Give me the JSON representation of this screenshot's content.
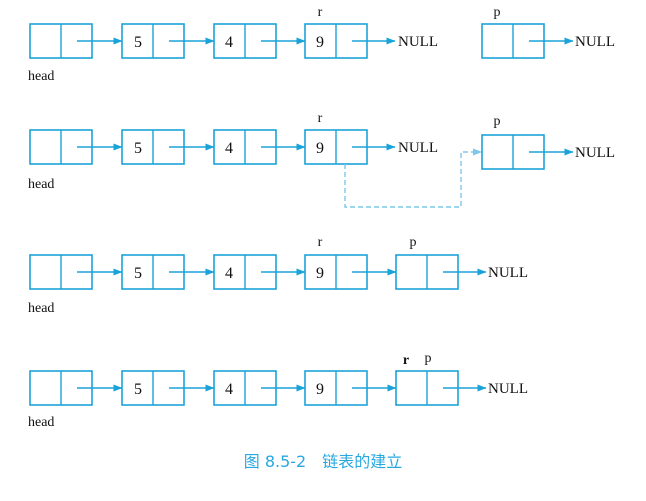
{
  "caption": "图 8.5-2　链表的建立",
  "colors": {
    "line": "#1aa3d8",
    "dashed": "#7cc7ea",
    "caption": "#29a8e0"
  },
  "rows": [
    {
      "nodes": [
        {
          "value": "",
          "label": "head"
        },
        {
          "value": "5",
          "label": ""
        },
        {
          "value": "4",
          "label": ""
        },
        {
          "value": "9",
          "label": "r",
          "null": "NULL"
        },
        {
          "value": "",
          "label": "p",
          "null": "NULL"
        }
      ]
    },
    {
      "nodes": [
        {
          "value": "",
          "label": "head"
        },
        {
          "value": "5",
          "label": ""
        },
        {
          "value": "4",
          "label": ""
        },
        {
          "value": "9",
          "label": "r",
          "null": "NULL"
        },
        {
          "value": "",
          "label": "p",
          "null": "NULL"
        }
      ]
    },
    {
      "nodes": [
        {
          "value": "",
          "label": "head"
        },
        {
          "value": "5",
          "label": ""
        },
        {
          "value": "4",
          "label": ""
        },
        {
          "value": "9",
          "label": "r"
        },
        {
          "value": "",
          "label": "p",
          "null": "NULL"
        }
      ]
    },
    {
      "nodes": [
        {
          "value": "",
          "label": "head"
        },
        {
          "value": "5",
          "label": ""
        },
        {
          "value": "4",
          "label": ""
        },
        {
          "value": "9",
          "label": ""
        },
        {
          "value": "",
          "label": "r",
          "label2": "p",
          "null": "NULL"
        }
      ]
    }
  ]
}
